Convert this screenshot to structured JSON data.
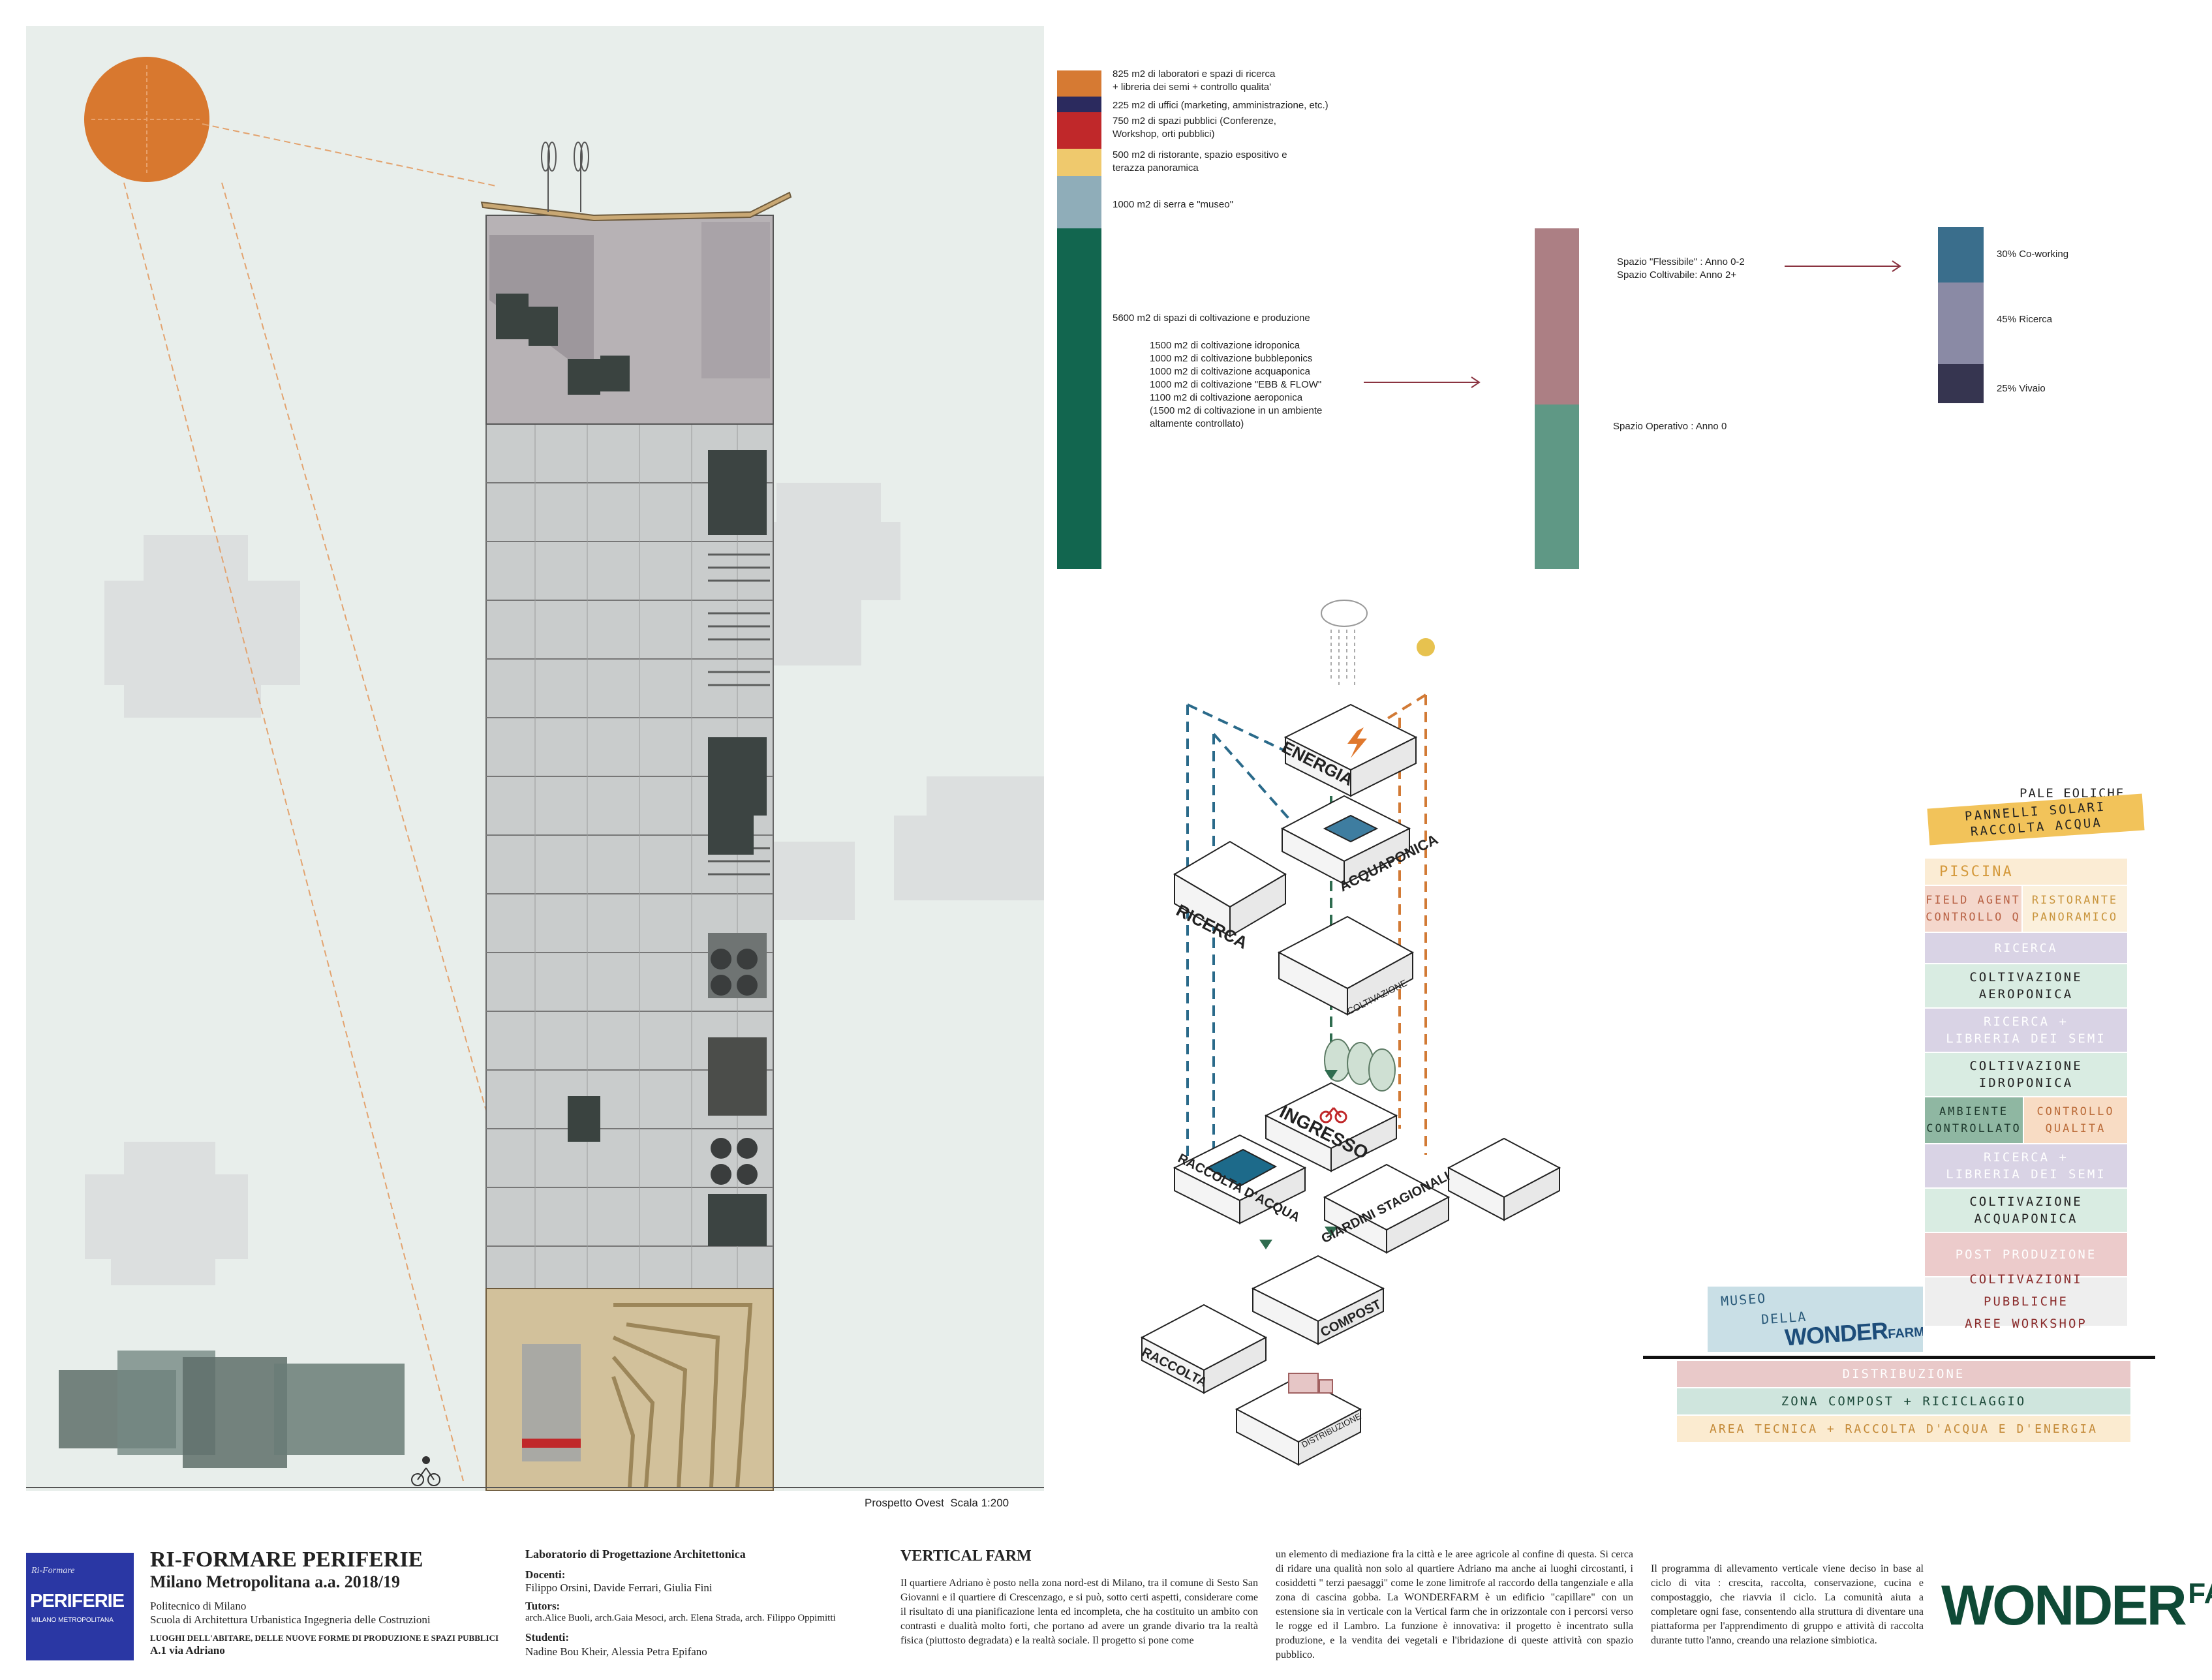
{
  "elevation": {
    "caption": "Prospetto Ovest",
    "scale": "Scala 1:200"
  },
  "legend": [
    {
      "color": "#d67a33",
      "text": "825 m2 di laboratori e spazi di ricerca\n+ libreria dei semi + controllo qualita'"
    },
    {
      "color": "#2b2a5e",
      "text": "225 m2 di uffici (marketing, amministrazione, etc.)"
    },
    {
      "color": "#c0282a",
      "text": "750 m2 di spazi pubblici (Conferenze,\nWorkshop, orti pubblici)"
    },
    {
      "color": "#efc96d",
      "text": "500 m2 di ristorante, spazio espositivo e\nterazza panoramica"
    },
    {
      "color": "#8fadb9",
      "text": "1000 m2 di serra e \"museo\""
    },
    {
      "color": "#12664f",
      "text": "5600 m2 di spazi di coltivazione e produzione"
    }
  ],
  "cultivation_detail": "1500 m2 di coltivazione  idroponica\n1000 m2 di coltivazione bubbleponics\n1000 m2 di coltivazione acquaponica\n1000 m2 di coltivazione \"EBB & FLOW\"\n1100 m2 di coltivazione aeroponica\n(1500 m2 di coltivazione in un ambiente\naltamente controllato)",
  "phases": {
    "upper_label": "Spazio \"Flessibile\" : Anno 0-2\nSpazio Coltivabile: Anno 2+",
    "lower_label": "Spazio Operativo : Anno 0",
    "upper_color": "#ac7f84",
    "lower_color": "#5f9885"
  },
  "breakdown": [
    {
      "label": "30% Co-working",
      "color": "#3a6e8c"
    },
    {
      "label": "45% Ricerca",
      "color": "#8a8aa5"
    },
    {
      "label": "25% Vivaio",
      "color": "#363550"
    }
  ],
  "axon_labels": {
    "energia": "ENERGIA",
    "acquaponica": "ACQUAPONICA",
    "ricerca": "RICERCA",
    "coltivazione": "COLTIVAZIONE",
    "ingresso": "INGRESSO",
    "raccolta_acqua": "RACCOLTA D'ACQUA",
    "giardini": "GIARDINI STAGIONALI",
    "compost": "COMPOST",
    "raccolta": "RACCOLTA",
    "distribuzione": "DISTRIBUZIONE"
  },
  "section": {
    "top_small": "PALE EOLICHE",
    "top_banner": "PANNELLI SOLARI\nRACCOLTA ACQUA",
    "piscina": "PISCINA",
    "field_agent": "FIELD AGENT\nCONTROLLO Q",
    "ristorante": "RISTORANTE\nPANORAMICO",
    "ricerca": "RICERCA",
    "aeroponica": "COLTIVAZIONE\nAEROPONICA",
    "libreria1": "RICERCA +\nLIBRERIA DEI SEMI",
    "idroponica": "COLTIVAZIONE\nIDROPONICA",
    "ambiente": "AMBIENTE\nCONTROLLATO",
    "controllo": "CONTROLLO\nQUALITA",
    "libreria2": "RICERCA +\nLIBRERIA DEI SEMI",
    "acquaponica": "COLTIVAZIONE\nACQUAPONICA",
    "post": "POST PRODUZIONE",
    "pubbliche": "COLTIVAZIONI PUBBLICHE\nAREE WORKSHOP",
    "museo_line1": "MUSEO",
    "museo_line2": "DELLA",
    "museo_brand": "WONDER",
    "museo_brand2": "FARM",
    "distribuzione": "DISTRIBUZIONE",
    "compost": "ZONA COMPOST + RICICLAGGIO",
    "tecnica": "AREA TECNICA + RACCOLTA D'ACQUA E D'ENERGIA"
  },
  "footer": {
    "logo_top": "Ri-Formare",
    "logo_main": "PERIFERIE",
    "logo_sub": "MILANO METROPOLITANA",
    "title": "RI-FORMARE PERIFERIE",
    "subtitle": "Milano Metropolitana a.a. 2018/19",
    "school1": "Politecnico di Milano",
    "school2": "Scuola di Architettura Urbanistica Ingegneria delle Costruzioni",
    "theme": "LUOGHI DELL'ABITARE, DELLE NUOVE FORME DI PRODUZIONE E SPAZI PUBBLICI",
    "site": "A.1 via Adriano",
    "lab": "Laboratorio di Progettazione Architettonica",
    "docenti_h": "Docenti:",
    "docenti": "Filippo Orsini, Davide Ferrari, Giulia Fini",
    "tutors_h": "Tutors:",
    "tutors": "arch.Alice Buoli, arch.Gaia Mesoci, arch. Elena Strada, arch. Filippo Oppimitti",
    "studenti_h": "Studenti:",
    "studenti": "Nadine Bou Kheir, Alessia Petra Epifano",
    "project_title": "VERTICAL FARM",
    "text1": "Il quartiere Adriano è posto nella zona nord-est di Milano, tra il comune di Sesto San Giovanni e il quartiere di Crescenzago, e si può, sotto certi aspetti, considerare come il risultato di una pianificazione lenta ed incompleta, che ha costituito un ambito con contrasti e dualità molto forti, che portano ad avere un grande divario tra la realtà fisica (piuttosto degradata) e la realtà sociale. Il progetto si pone come",
    "text2": "un elemento di mediazione fra la città e le aree agricole al confine di questa. Si cerca di ridare una qualità non solo al quartiere Adriano ma anche ai luoghi circostanti, i cosiddetti \" terzi paesaggi\" come le zone limitrofe al raccordo della tangenziale e alla zona di cascina gobba. La WONDERFARM è un edificio \"capillare\" con un estensione sia in verticale con la Vertical farm che in orizzontale con i percorsi verso le rogge ed il Lambro. La funzione è innovativa: il progetto è incentrato sulla produzione, e la vendita dei vegetali e l'ibridazione di queste attività con spazio pubblico.",
    "text3": "Il programma di allevamento verticale viene deciso in base al ciclo di vita : crescita, raccolta, conservazione, cucina e compostaggio, che riavvia il ciclo. La comunità aiuta a completare ogni fase, consentendo alla struttura di diventare una piattaforma per l'apprendimento di gruppo e attività di raccolta durante tutto l'anno, creando una relazione simbiotica.",
    "brand": "WONDER",
    "brand2": "FARM"
  }
}
